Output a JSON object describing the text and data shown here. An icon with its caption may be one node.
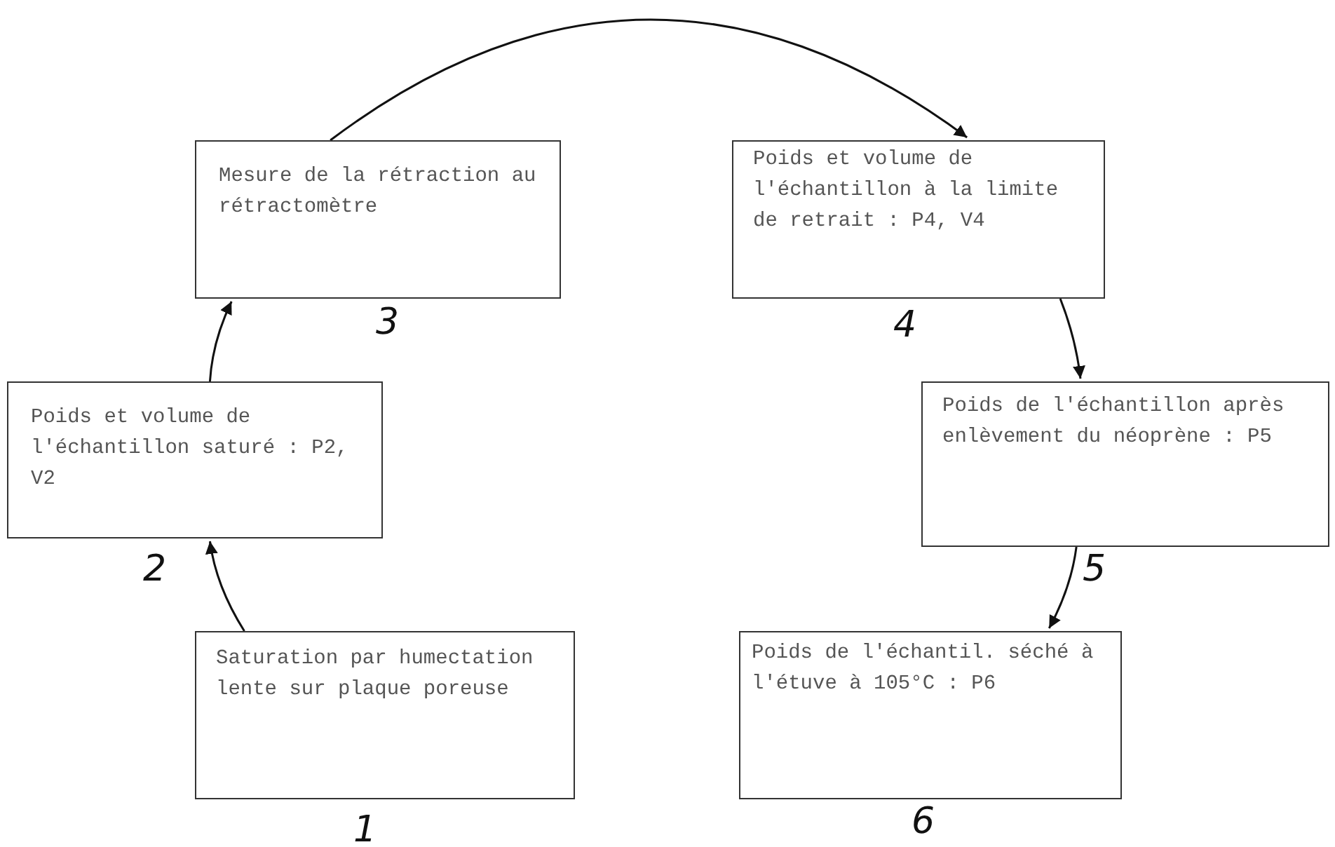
{
  "diagram": {
    "nodes": [
      {
        "text": [
          "Saturation par humectation lente sur plaque poreuse"
        ],
        "beside": [
          "1"
        ]
      },
      {
        "text": [
          "Poids et volume de l'échantillon saturé : P2, V2"
        ],
        "beside": [
          "2"
        ]
      },
      {
        "text": [
          "Mesure de la rétraction au rétractomètre"
        ],
        "beside": [
          "3"
        ]
      },
      {
        "text": [
          "Poids et volume de l'échantillon à la limite de retrait : P4, V4"
        ],
        "beside": [
          "4"
        ]
      },
      {
        "text": [
          "Poids de l'échantillon après enlèvement du néoprène : P5"
        ],
        "beside": [
          "5"
        ]
      },
      {
        "text": [
          "Poids de l'échantil. séché à l'étuve à 105°C : P6"
        ],
        "beside": [
          "6"
        ]
      }
    ],
    "edges": [
      {
        "from": 0,
        "to": 1,
        "arrow": "to"
      },
      {
        "from": 1,
        "to": 2,
        "arrow": "to"
      },
      {
        "from": 2,
        "to": 3,
        "arrow": "to"
      },
      {
        "from": 3,
        "to": 4,
        "arrow": "to"
      },
      {
        "from": 4,
        "to": 5,
        "arrow": "to"
      }
    ]
  }
}
